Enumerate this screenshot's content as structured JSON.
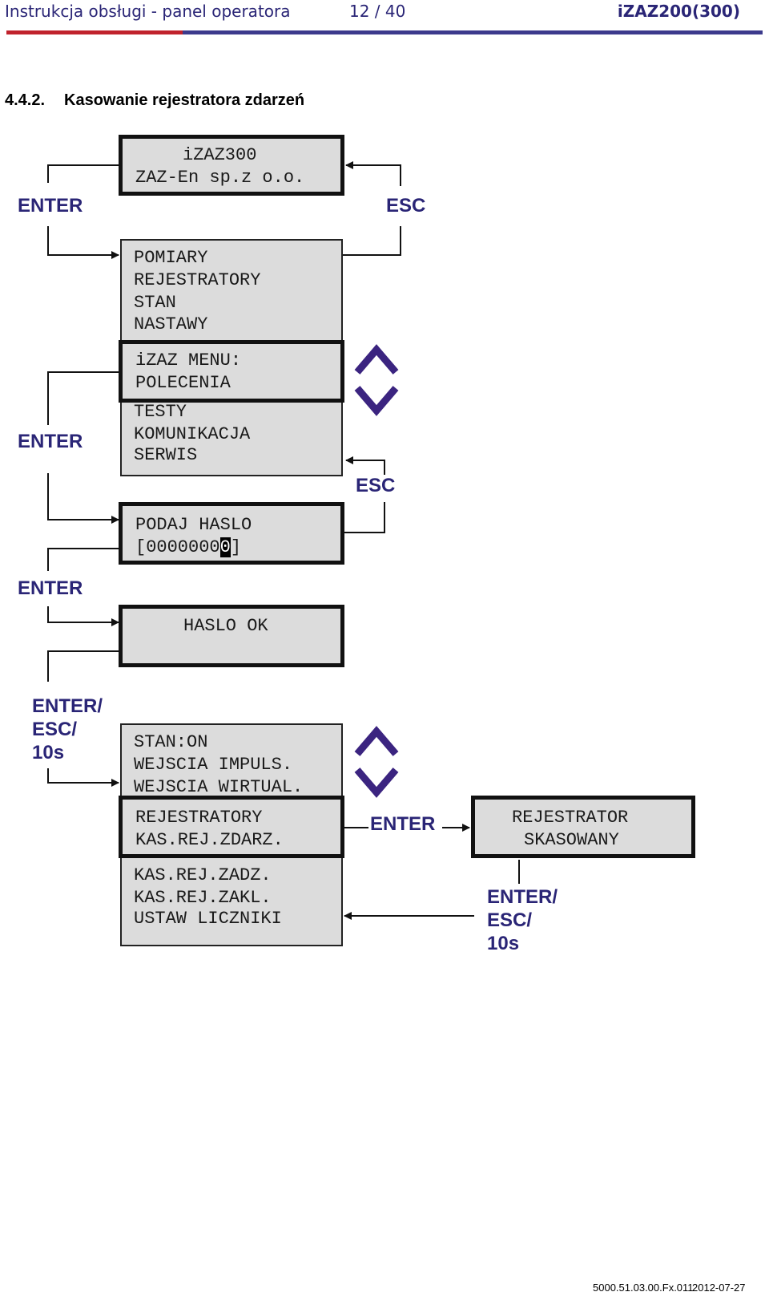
{
  "header": {
    "title": "Instrukcja obsługi - panel operatora",
    "page": "12  /  40",
    "model": "iZAZ200(300)"
  },
  "section": {
    "number": "4.4.2.",
    "title": "Kasowanie rejestratora zdarzeń"
  },
  "screens": {
    "start": {
      "lines": [
        "iZAZ300",
        "ZAZ-En sp.z o.o."
      ]
    },
    "menu_top": {
      "lines": [
        "POMIARY",
        "REJESTRATORY",
        "STAN",
        "NASTAWY"
      ]
    },
    "menu_selected": {
      "lines": [
        "iZAZ MENU:",
        "POLECENIA"
      ]
    },
    "menu_bottom": {
      "lines": [
        "TESTY",
        "KOMUNIKACJA",
        "SERWIS"
      ]
    },
    "password": {
      "line1": "PODAJ HASLO",
      "prefix": "[0000000",
      "cursor": "0",
      "suffix": "]"
    },
    "password_ok": {
      "lines": [
        "HASLO OK"
      ]
    },
    "commands_top": {
      "lines": [
        "STAN:ON",
        "WEJSCIA IMPULS.",
        "WEJSCIA WIRTUAL."
      ]
    },
    "commands_selected": {
      "lines": [
        "REJESTRATORY",
        "KAS.REJ.ZDARZ."
      ]
    },
    "commands_bottom": {
      "lines": [
        "KAS.REJ.ZADZ.",
        "KAS.REJ.ZAKL.",
        "USTAW LICZNIKI"
      ]
    },
    "result": {
      "lines": [
        "REJESTRATOR",
        "SKASOWANY"
      ]
    }
  },
  "keys": {
    "enter": "ENTER",
    "esc": "ESC",
    "enter_slash": "ENTER/",
    "esc_slash": "ESC/",
    "timeout": "10s"
  },
  "footer": {
    "code": "5000.51.03.00.Fx.011",
    "date": "2012-07-27"
  },
  "colors": {
    "accent": "#2a2576",
    "chevron": "#3b2480",
    "lcd": "#dcdcdc",
    "rule_red": "#c0222c",
    "rule_blue": "#3c3a8c"
  },
  "icons": [
    "chevron-up-icon",
    "chevron-down-icon",
    "arrow-right-icon",
    "arrow-left-icon"
  ]
}
